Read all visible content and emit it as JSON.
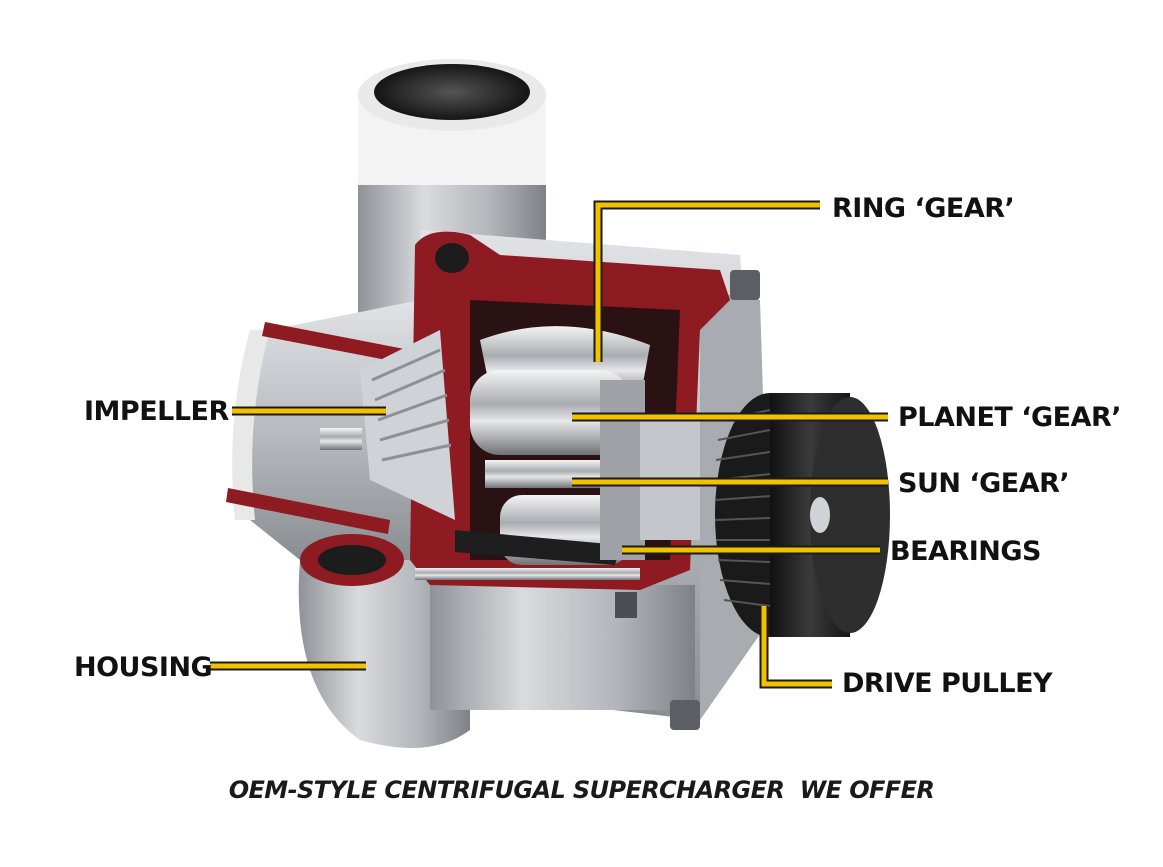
{
  "labels": {
    "ring_gear": "RING ‘GEAR’",
    "impeller": "IMPELLER",
    "planet_gear": "PLANET ‘GEAR’",
    "sun_gear": "SUN ‘GEAR’",
    "bearings": "BEARINGS",
    "housing": "HOUSING",
    "drive_pulley": "DRIVE PULLEY"
  },
  "caption": "OEM-STYLE CENTRIFUGAL SUPERCHARGER  WE OFFER",
  "colors": {
    "leader": "#f2c200",
    "leader_outline": "#1a1a1a",
    "cutaway_red": "#8e1a22",
    "metal": "#b9bcc1",
    "pulley": "#2a2a2a"
  }
}
